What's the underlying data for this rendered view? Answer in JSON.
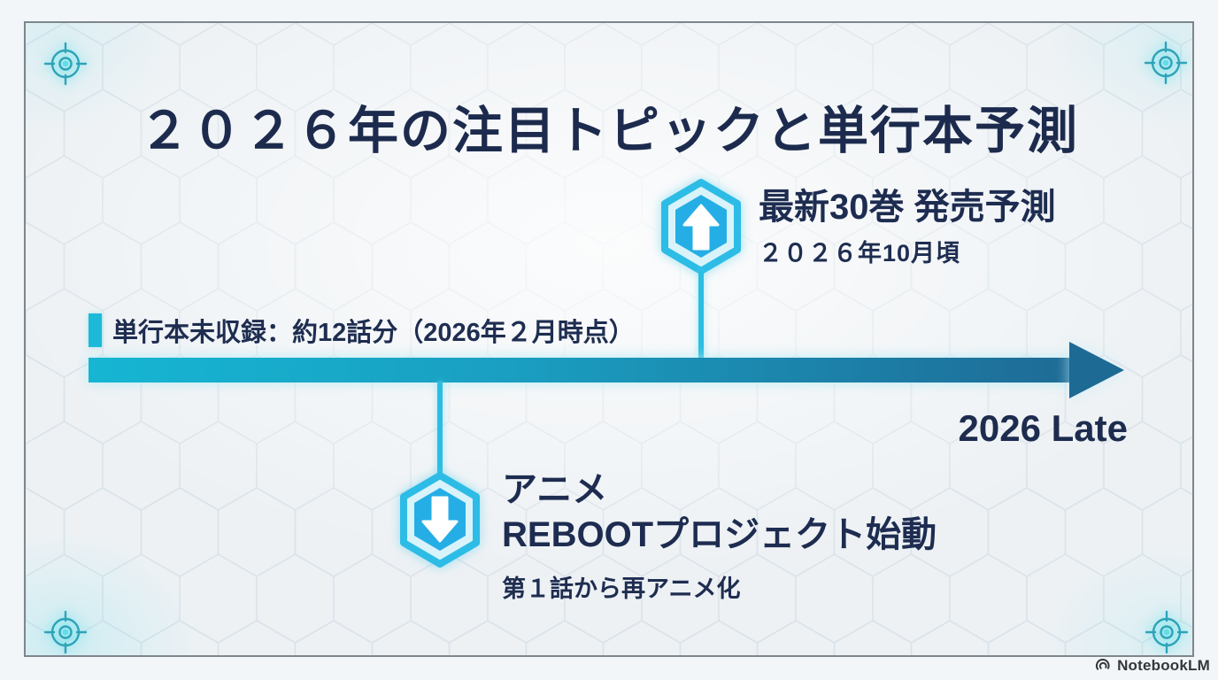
{
  "slide": {
    "title": "２０２６年の注目トピックと単行本予測",
    "note": "単行本未収録：約12話分（2026年２月時点）",
    "timeline": {
      "end_label": "2026 Late"
    },
    "event_top": {
      "icon": "arrow-up-hexagon",
      "title": "最新30巻 発売予測",
      "date": "２０２６年10月頃"
    },
    "event_bottom": {
      "icon": "arrow-down-hexagon",
      "title_line1": "アニメ",
      "title_line2": "REBOOTプロジェクト始動",
      "subtitle": "第１話から再アニメ化"
    }
  },
  "decorations": {
    "corner_icon": "crosshair-target",
    "background_pattern": "hexagon-grid"
  },
  "watermark": {
    "logo_icon": "notebooklm-logo",
    "label": "NotebookLM"
  },
  "colors": {
    "accent_cyan": "#2bb9e0",
    "navy_text": "#1d2c50",
    "arrow_gradient_start": "#16b6d3",
    "arrow_gradient_end": "#1e6b96",
    "connector_cyan": "#2cbde2",
    "panel_bg": "#edf1f4",
    "panel_border": "#7e868d"
  }
}
